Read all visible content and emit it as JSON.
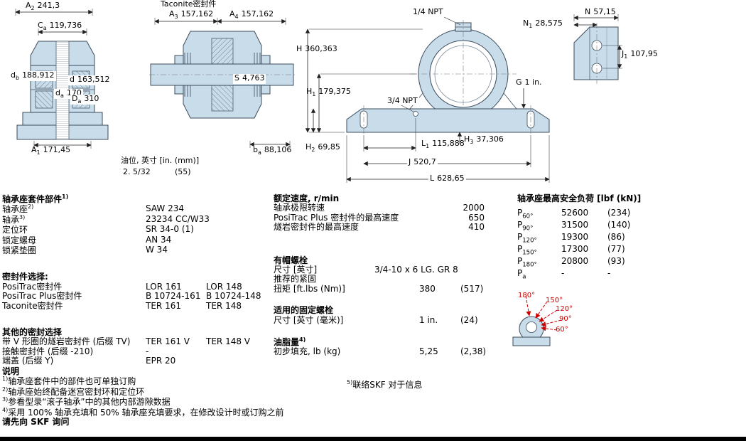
{
  "dims": {
    "A2": {
      "base": "A",
      "sub": "2",
      "value": "241,3"
    },
    "Ca": {
      "base": "C",
      "sub": "a",
      "value": "119,736"
    },
    "db": {
      "base": "d",
      "sub": "b",
      "value": "188,912"
    },
    "d": {
      "base": "d",
      "sub": "",
      "value": "163,512"
    },
    "da": {
      "base": "d",
      "sub": "a",
      "value": "170"
    },
    "Da": {
      "base": "D",
      "sub": "a",
      "value": "310"
    },
    "A1": {
      "base": "A",
      "sub": "1",
      "value": "171,45"
    },
    "A3": {
      "base": "A",
      "sub": "3",
      "value": "157,162"
    },
    "A4": {
      "base": "A",
      "sub": "4",
      "value": "157,162"
    },
    "S": {
      "base": "S",
      "sub": "",
      "value": "4,763"
    },
    "ba": {
      "base": "b",
      "sub": "a",
      "value": "88,106"
    },
    "H": {
      "base": "H",
      "sub": "",
      "value": "360,363"
    },
    "H1": {
      "base": "H",
      "sub": "1",
      "value": "179,375"
    },
    "H2": {
      "base": "H",
      "sub": "2",
      "value": "69,85"
    },
    "H3": {
      "base": "H",
      "sub": "3",
      "value": "37,306"
    },
    "L1": {
      "base": "L",
      "sub": "1",
      "value": "115,888"
    },
    "J": {
      "base": "J",
      "sub": "",
      "value": "520,7"
    },
    "L": {
      "base": "L",
      "sub": "",
      "value": "628,65"
    },
    "G": {
      "base": "G",
      "sub": "",
      "value": "1 in."
    },
    "N": {
      "base": "N",
      "sub": "",
      "value": "57,15"
    },
    "N1": {
      "base": "N",
      "sub": "1",
      "value": "28,575"
    },
    "J1": {
      "base": "J",
      "sub": "1",
      "value": "107,95"
    }
  },
  "annotations": {
    "taconite_seal": "Taconite密封件",
    "npt_quarter": "1/4 NPT",
    "npt_three_quarter": "3/4 NPT",
    "oil_level_label": "油位, 英寸 [in. (mm)]",
    "oil_level_in": "2. 5/32",
    "oil_level_mm": "(55)"
  },
  "housing_kit": {
    "title": "轴承座套件部件",
    "title_sup": "1)",
    "rows": [
      {
        "label": "轴承座",
        "sup": "2)",
        "value": "SAW 234"
      },
      {
        "label": "轴承",
        "sup": "3)",
        "value": "23234 CC/W33"
      },
      {
        "label": "定位环",
        "sup": "",
        "value": "SR 34-0 (1)"
      },
      {
        "label": "锁定螺母",
        "sup": "",
        "value": "AN 34"
      },
      {
        "label": "锁紧垫圈",
        "sup": "",
        "value": "W 34"
      }
    ]
  },
  "seal_selection": {
    "title": "密封件选择:",
    "rows": [
      {
        "label": "PosiTrac密封件",
        "v1": "LOR 161",
        "v2": "LOR 148"
      },
      {
        "label": "PosiTrac Plus密封件",
        "v1": "B 10724-161",
        "v2": "B 10724-148"
      },
      {
        "label": "Taconite密封件",
        "v1": "TER 161",
        "v2": "TER 148"
      }
    ]
  },
  "other_seals": {
    "title": "其他的密封选择",
    "rows": [
      {
        "label": "带 V 形圈的燧岩密封件 (后缀 TV)",
        "v1": "TER 161 V",
        "v2": "TER 148 V"
      },
      {
        "label": "接触密封件 (后缀 -210)",
        "v1": "-",
        "v2": ""
      },
      {
        "label": "端盖 (后缀 Y)",
        "v1": "EPR 20",
        "v2": ""
      }
    ]
  },
  "speed_ratings": {
    "title": "额定速度, r/min",
    "rows": [
      {
        "label": "轴承极限转速",
        "value": "2000"
      },
      {
        "label": "PosiTrac Plus 密封件的最高速度",
        "value": "650"
      },
      {
        "label": "燧岩密封件的最高速度",
        "value": "410"
      }
    ]
  },
  "cap_bolts": {
    "title": "有帽螺栓",
    "size_label": "尺寸 [英寸]",
    "size_value": "3/4-10 x 6 LG. GR 8",
    "torque_label1": "推荐的紧固",
    "torque_label2": "扭矩 [ft.lbs (Nm)]",
    "torque_v1": "380",
    "torque_v2": "(517)"
  },
  "anchor_bolts": {
    "title": "适用的固定螺栓",
    "size_label": "尺寸 [英寸 (毫米)]",
    "v1": "1 in.",
    "v2": "(24)"
  },
  "grease": {
    "title": "油脂量",
    "title_sup": "4)",
    "label": "初步填充, lb (kg)",
    "v1": "5,25",
    "v2": "(2,38)"
  },
  "note5": {
    "sup": "5)",
    "text": "联络SKF 对于信息"
  },
  "safe_load": {
    "title": "轴承座最高安全负荷 [lbf (kN)]",
    "rows": [
      {
        "base": "P",
        "sub": "60°",
        "v1": "52600",
        "v2": "(234)"
      },
      {
        "base": "P",
        "sub": "90°",
        "v1": "31500",
        "v2": "(140)"
      },
      {
        "base": "P",
        "sub": "120°",
        "v1": "19300",
        "v2": "(86)"
      },
      {
        "base": "P",
        "sub": "150°",
        "v1": "17300",
        "v2": "(77)"
      },
      {
        "base": "P",
        "sub": "180°",
        "v1": "20800",
        "v2": "(93)"
      },
      {
        "base": "P",
        "sub": "a",
        "v1": "-",
        "v2": "-"
      }
    ]
  },
  "load_diagram": {
    "angles": [
      "180°",
      "150°",
      "120°",
      "90°",
      "60°"
    ],
    "arrow_color": "#cc0000"
  },
  "notes": {
    "title": "说明",
    "items": [
      {
        "sup": "1)",
        "text": "轴承座套件中的部件也可单独订购"
      },
      {
        "sup": "2)",
        "text": "轴承座始终配备迷宫密封环和定位环"
      },
      {
        "sup": "3)",
        "text": "参看型录“滚子轴承”中的其他内部游隙数据"
      },
      {
        "sup": "4)",
        "text": "采用 100% 轴承充填和 50% 轴承座充填要求，在修改设计时或订购之前"
      }
    ],
    "final": "请先向 SKF 询问"
  },
  "colors": {
    "drawing_fill": "#c9dcea",
    "accent_red": "#cc0000"
  }
}
